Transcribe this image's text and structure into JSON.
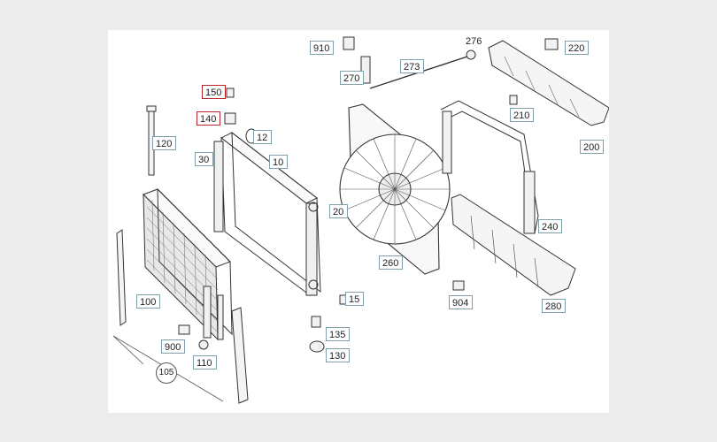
{
  "diagram": {
    "labels": [
      {
        "id": "910",
        "text": "910",
        "style": "boxed"
      },
      {
        "id": "276",
        "text": "276",
        "style": "plain"
      },
      {
        "id": "220",
        "text": "220",
        "style": "boxed"
      },
      {
        "id": "273",
        "text": "273",
        "style": "boxed"
      },
      {
        "id": "270",
        "text": "270",
        "style": "boxed"
      },
      {
        "id": "150",
        "text": "150",
        "style": "highlighted"
      },
      {
        "id": "140",
        "text": "140",
        "style": "highlighted"
      },
      {
        "id": "210",
        "text": "210",
        "style": "boxed"
      },
      {
        "id": "12",
        "text": "12",
        "style": "boxed"
      },
      {
        "id": "120",
        "text": "120",
        "style": "boxed"
      },
      {
        "id": "200",
        "text": "200",
        "style": "boxed"
      },
      {
        "id": "30",
        "text": "30",
        "style": "boxed"
      },
      {
        "id": "10",
        "text": "10",
        "style": "boxed"
      },
      {
        "id": "20",
        "text": "20",
        "style": "boxed"
      },
      {
        "id": "240",
        "text": "240",
        "style": "boxed"
      },
      {
        "id": "260",
        "text": "260",
        "style": "boxed"
      },
      {
        "id": "15",
        "text": "15",
        "style": "boxed"
      },
      {
        "id": "904",
        "text": "904",
        "style": "boxed"
      },
      {
        "id": "280",
        "text": "280",
        "style": "boxed"
      },
      {
        "id": "100",
        "text": "100",
        "style": "boxed"
      },
      {
        "id": "135",
        "text": "135",
        "style": "boxed"
      },
      {
        "id": "900",
        "text": "900",
        "style": "boxed"
      },
      {
        "id": "110",
        "text": "110",
        "style": "boxed"
      },
      {
        "id": "130",
        "text": "130",
        "style": "boxed"
      },
      {
        "id": "105",
        "text": "105",
        "style": "circled"
      }
    ],
    "colors": {
      "background": "#ececec",
      "canvas": "#ffffff",
      "line": "#333333",
      "label_border": "#7fa0a8",
      "highlight_border": "#b8252a"
    }
  }
}
